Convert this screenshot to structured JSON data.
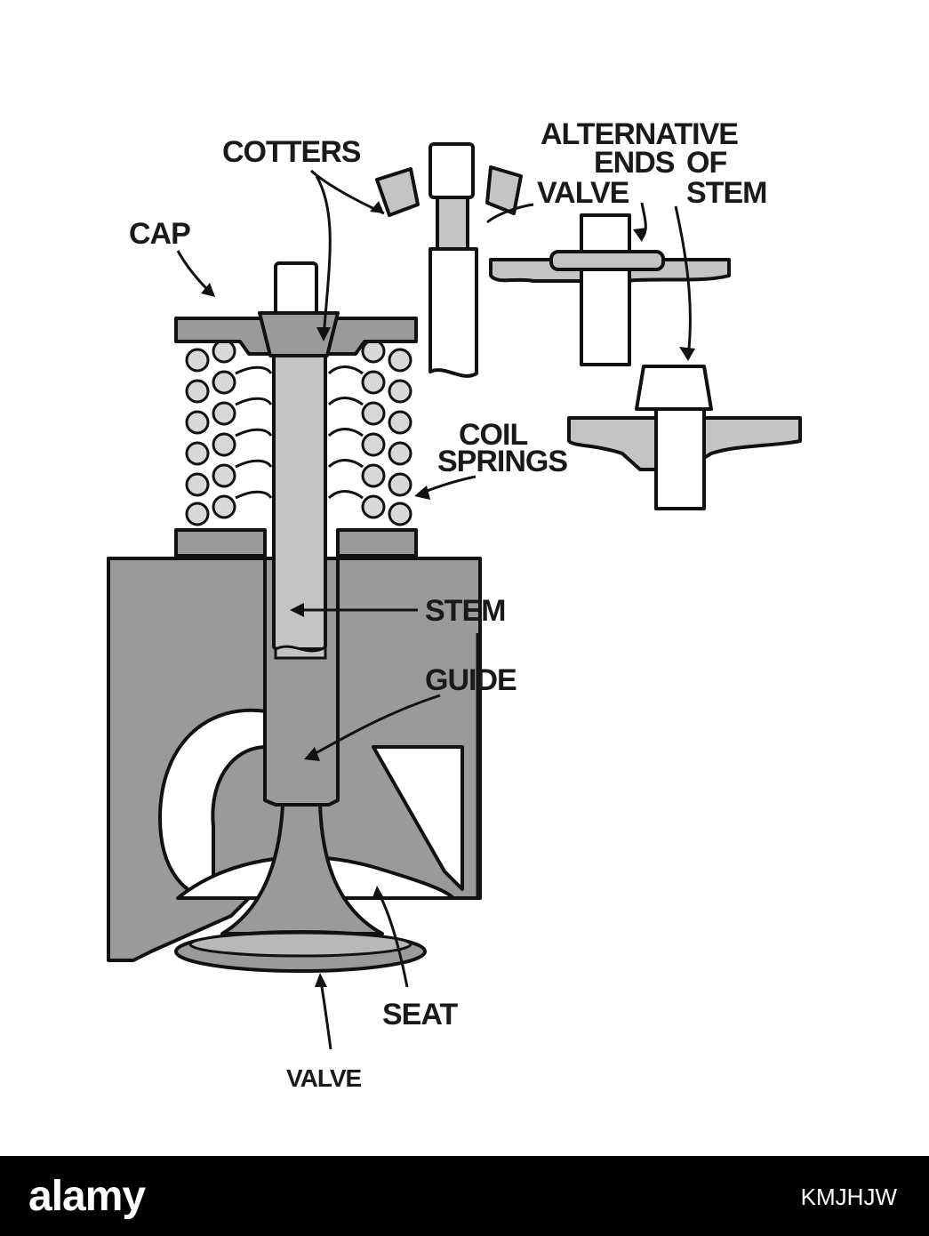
{
  "diagram": {
    "labels": {
      "cotters": "COTTERS",
      "alternative_line1": "ALTERNATIVE",
      "alternative_line2_a": "ENDS",
      "alternative_line2_b": "OF",
      "alternative_line3_a": "VALVE",
      "alternative_line3_b": "STEM",
      "cap": "CAP",
      "coil": "COIL",
      "springs": "SPRINGS",
      "stem": "STEM",
      "guide": "GUIDE",
      "seat": "SEAT",
      "valve": "VALVE"
    }
  },
  "watermark": {
    "brand": "alamy",
    "image_id": "KMJHJW"
  },
  "colors": {
    "ink": "#111111",
    "shade": "#9a9a9a",
    "footer": "#000000"
  }
}
